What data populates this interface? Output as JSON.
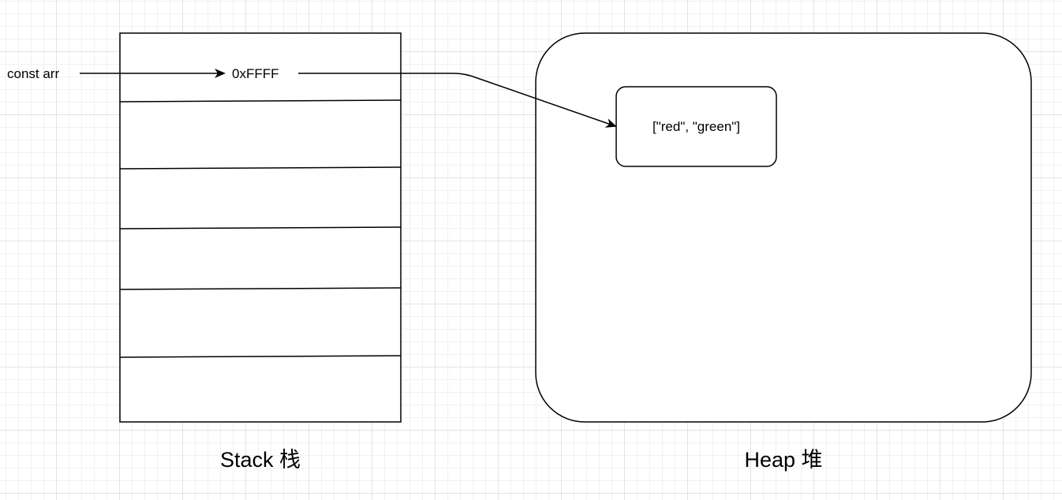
{
  "diagram": {
    "variable_label": "const arr",
    "address_label": "0xFFFF",
    "heap_value": "[\"red\", \"green\"]",
    "stack_title": "Stack 栈",
    "heap_title": "Heap 堆"
  },
  "colors": {
    "stroke": "#000000",
    "fill": "#ffffff",
    "grid_major": "#e3e3e3",
    "grid_minor": "#f1f1f1"
  }
}
